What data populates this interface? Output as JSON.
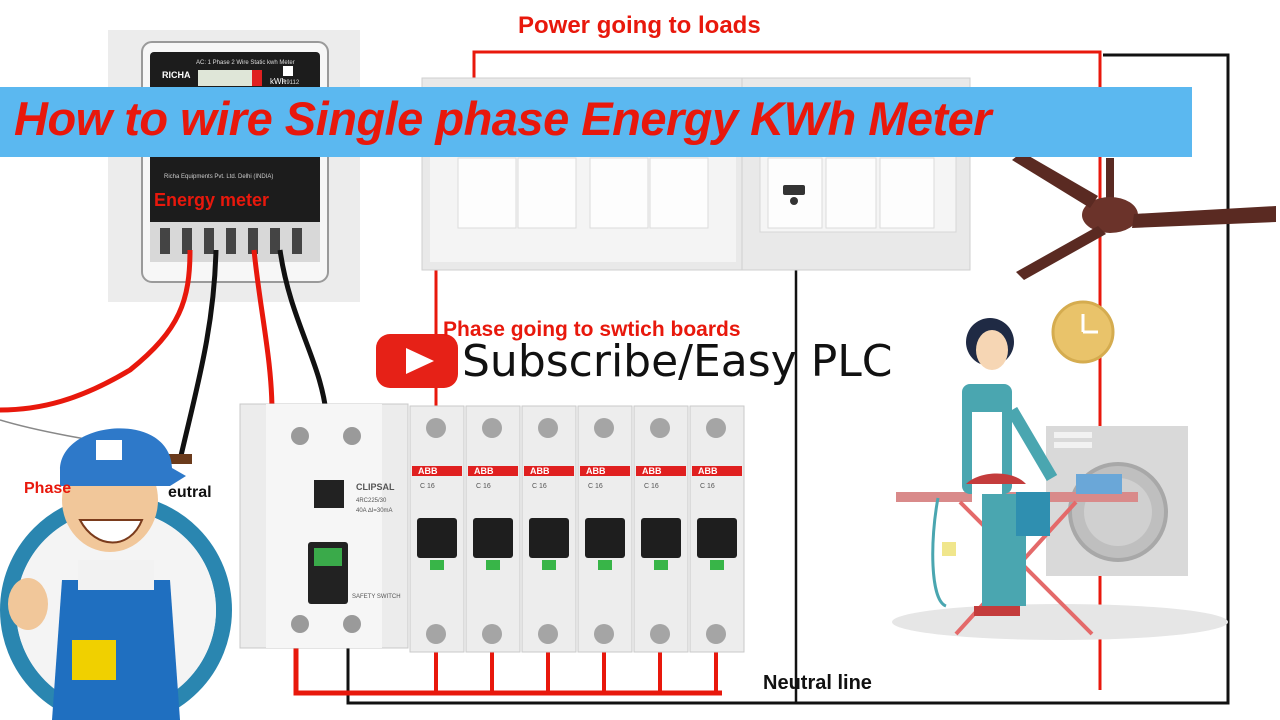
{
  "title": "How to wire Single phase Energy KWh Meter",
  "subscribe": "Subscribe/Easy PLC",
  "labels": {
    "power_to_loads": "Power going to loads",
    "phase_to_boards": "Phase going to swtich boards",
    "energy_meter": "Energy meter",
    "neutral_line": "Neutral line",
    "phase_neutral": "Phase",
    "neutral_short": "eutral"
  },
  "meter": {
    "brand": "RICHA",
    "spec": "AC: 1 Phase 2 Wire Static kwh Meter",
    "unit": "kWh",
    "model": "R9112",
    "maker": "Richa Equipments Pvt. Ltd. Delhi (INDIA)"
  },
  "rccb": {
    "brand": "CLIPSAL",
    "model": "4RC225/30",
    "rating": "40A ∆I=30mA",
    "caption": "SAFETY SWITCH"
  },
  "mcb": {
    "brand": "ABB",
    "rating": "C 16",
    "count": 6
  },
  "colors": {
    "banner": "#5bb8f0",
    "title": "#e8180c",
    "phase_wire": "#e8180c",
    "neutral_wire": "#111111",
    "youtube": "#e62117"
  }
}
